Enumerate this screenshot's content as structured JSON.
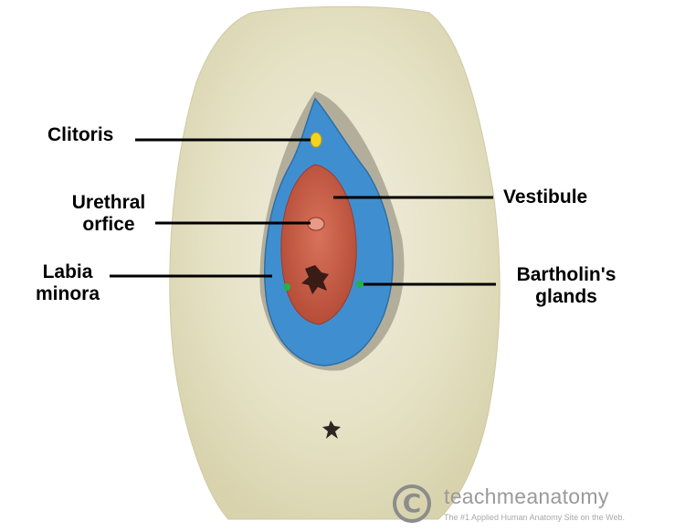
{
  "labels": {
    "clitoris": "Clitoris",
    "urethral_line1": "Urethral",
    "urethral_line2": "orfice",
    "labia_line1": "Labia",
    "labia_line2": "minora",
    "vestibule": "Vestibule",
    "bartholin_line1": "Bartholin's",
    "bartholin_line2": "glands"
  },
  "watermark": {
    "logo_glyph": "C",
    "name": "teachmeanatomy",
    "tagline": "The #1 Applied Human Anatomy Site on the Web."
  },
  "colors": {
    "skin": "#e6e2c6",
    "labia_minora": "#3f8fd0",
    "vestibule": "#c75a44",
    "clitoris": "#f2d320",
    "bartholin": "#22b24c",
    "leader_line": "#000000"
  },
  "icons": {
    "watermark_logo": "copyright-circle-icon"
  }
}
